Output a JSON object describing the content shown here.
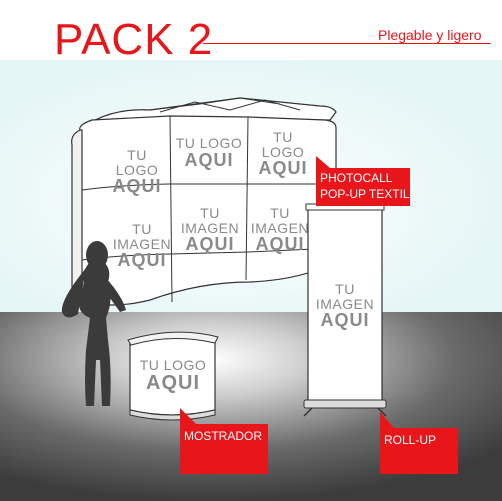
{
  "header": {
    "title": "PACK 2",
    "subtitle": "Plegable y ligero"
  },
  "booth_panels": [
    {
      "line1": "TU LOGO",
      "line2": "AQUI"
    },
    {
      "line1": "TU LOGO",
      "line2": "AQUI"
    },
    {
      "line1": "TU LOGO",
      "line2": "AQUI"
    },
    {
      "line1": "TU IMAGEN",
      "line2": "AQUI"
    },
    {
      "line1": "TU IMAGEN",
      "line2": "AQUI"
    },
    {
      "line1": "TU IMAGEN",
      "line2": "AQUI"
    }
  ],
  "rollup": {
    "line1": "TU IMAGEN",
    "line2": "AQUI"
  },
  "counter": {
    "line1": "TU LOGO",
    "line2": "AQUI"
  },
  "tags": {
    "photocall_line1": "PHOTOCALL",
    "photocall_line2": "POP-UP TEXTIL",
    "mostrador": "MOSTRADOR",
    "rollup": "ROLL-UP"
  },
  "colors": {
    "accent": "#e8161b",
    "sky": "#e6f6f6",
    "floor": "#5a5a5a",
    "placeholder_text": "#8a8a8a"
  }
}
